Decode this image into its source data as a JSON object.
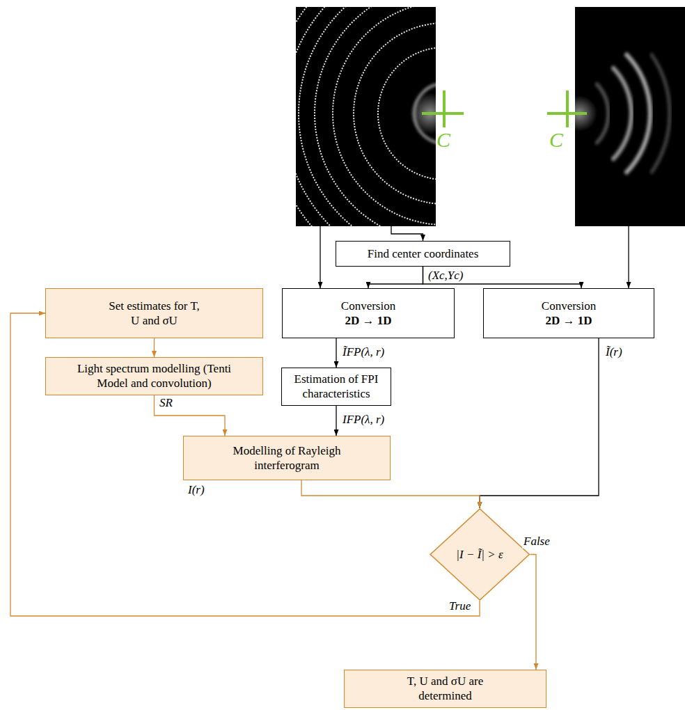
{
  "diagram": {
    "nodes": [
      {
        "text": [
          "Find center coordinates"
        ]
      },
      {
        "text": [
          "Set estimates for T, U and σU"
        ]
      },
      {
        "text": [
          "Conversion",
          "2D → 1D"
        ]
      },
      {
        "text": [
          "Conversion",
          "2D → 1D"
        ]
      },
      {
        "text": [
          "Light spectrum modelling (Tenti Model and convolution)"
        ]
      },
      {
        "text": [
          "Estimation of FPI characteristics"
        ]
      },
      {
        "text": [
          "Modelling of Rayleigh interferogram"
        ]
      },
      {
        "text": [
          "|I − Ĩ| > ε"
        ]
      },
      {
        "text": [
          "T, U and σU are determined"
        ]
      }
    ],
    "edges": [
      {
        "from": 0,
        "to": 2,
        "label": "(Xc,Yc)",
        "arrow": "to"
      },
      {
        "from": 0,
        "to": 3,
        "arrow": "to"
      },
      {
        "from": 1,
        "to": 4,
        "arrow": "to"
      },
      {
        "from": 2,
        "to": 5,
        "label": "ĨFP(λ, r)",
        "arrow": "to"
      },
      {
        "from": 3,
        "to": 7,
        "label": "Ĩ(r)",
        "arrow": "to"
      },
      {
        "from": 4,
        "to": 6,
        "label": "SR",
        "arrow": "to"
      },
      {
        "from": 5,
        "to": 6,
        "label": "IFP(λ, r)",
        "arrow": "to"
      },
      {
        "from": 6,
        "to": 7,
        "label": "I(r)",
        "arrow": "to"
      },
      {
        "from": 7,
        "to": 8,
        "label": "False",
        "arrow": "to"
      },
      {
        "from": 7,
        "to": 1,
        "label": "True",
        "arrow": "to"
      }
    ],
    "labels": [
      "C",
      "C"
    ]
  }
}
